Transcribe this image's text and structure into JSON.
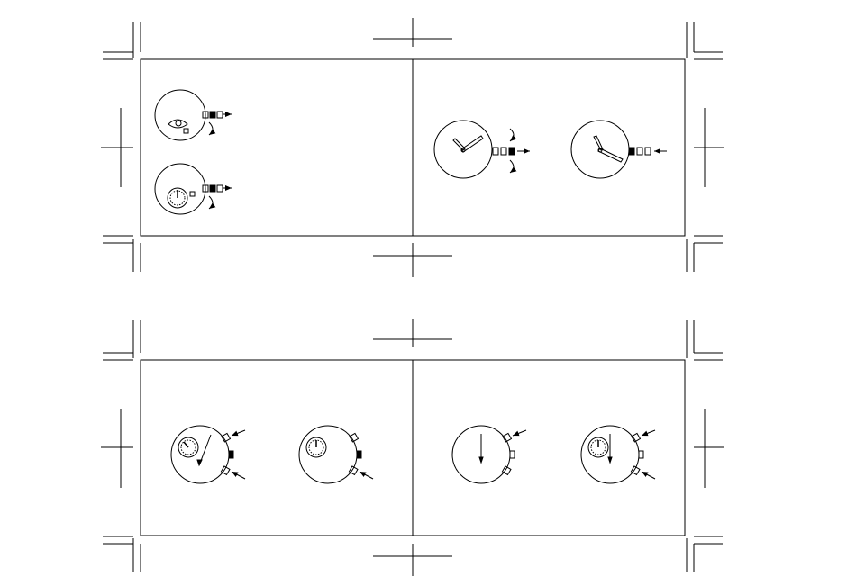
{
  "page": {
    "background": "#ffffff",
    "ink": "#000000"
  },
  "sheets": [
    {
      "id": "top",
      "panels": [
        {
          "id": "top-left",
          "steps": [
            "date-setting-crown-pulled",
            "stopwatch-setting-crown-pulled"
          ]
        },
        {
          "id": "top-right",
          "steps": [
            "time-setting-crown-pulled",
            "crown-pushed-back"
          ]
        }
      ]
    },
    {
      "id": "bottom",
      "panels": [
        {
          "id": "bottom-left",
          "steps": [
            "chronograph-hand-adjust",
            "chronograph-subdial-reset"
          ]
        },
        {
          "id": "bottom-right",
          "steps": [
            "seconds-hand-reset",
            "chronograph-zero-position"
          ]
        }
      ]
    }
  ],
  "icons": {
    "crown": "crown-icon",
    "pushbutton": "pushbutton-icon",
    "arrow": "arrow-icon",
    "rotate": "rotate-arrow-icon"
  }
}
